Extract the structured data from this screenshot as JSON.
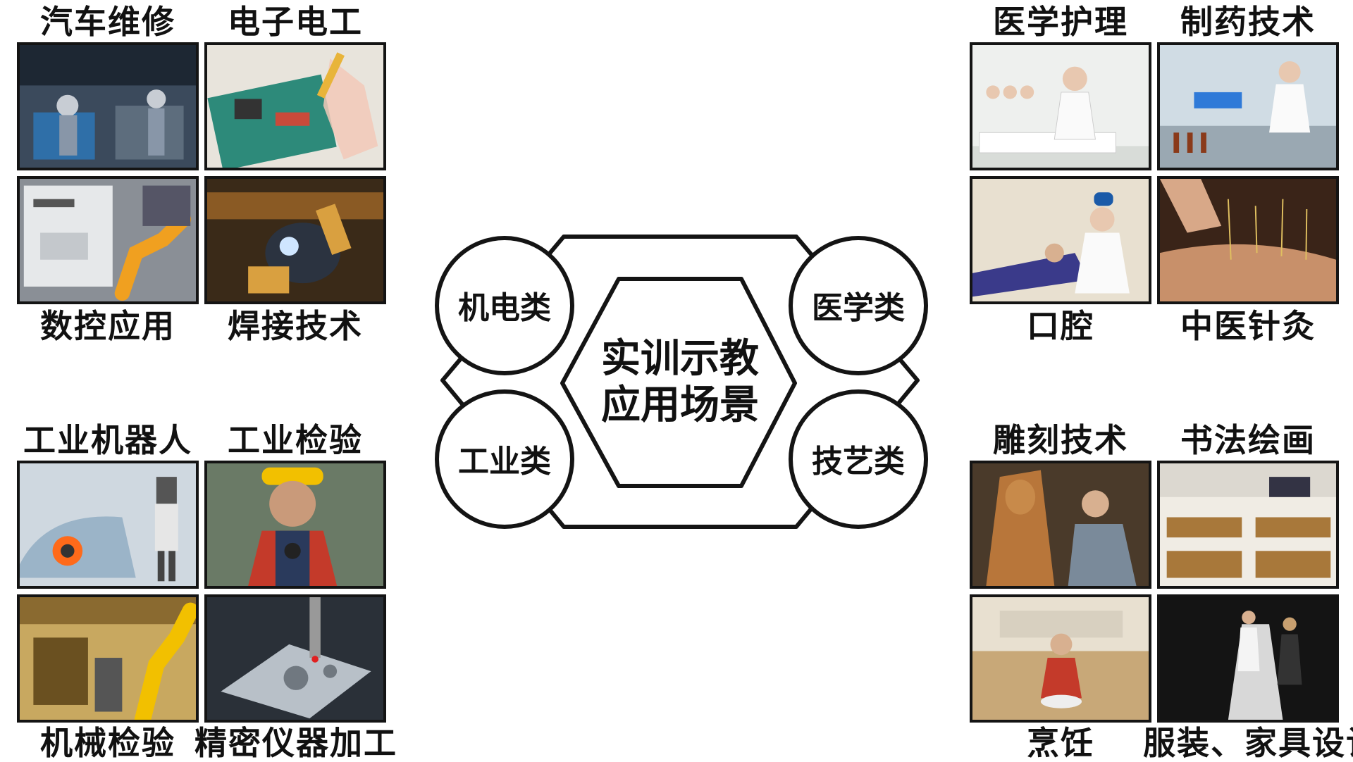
{
  "center": {
    "line1": "实训示教",
    "line2": "应用场景"
  },
  "categories": {
    "jidian": "机电类",
    "gongye": "工业类",
    "yixue": "医学类",
    "jiyi": "技艺类"
  },
  "groups": {
    "jidian": {
      "top_left": "汽车维修",
      "top_right": "电子电工",
      "bottom_left": "数控应用",
      "bottom_right": "焊接技术"
    },
    "gongye": {
      "top_left": "工业机器人",
      "top_right": "工业检验",
      "bottom_left": "机械检验",
      "bottom_right": "精密仪器加工"
    },
    "yixue": {
      "top_left": "医学护理",
      "top_right": "制药技术",
      "bottom_left": "口腔",
      "bottom_right": "中医针灸"
    },
    "jiyi": {
      "top_left": "雕刻技术",
      "top_right": "书法绘画",
      "bottom_left": "烹饪",
      "bottom_right": "服装、家具设计"
    }
  },
  "colors": {
    "outline": "#141414",
    "background": "#ffffff"
  }
}
